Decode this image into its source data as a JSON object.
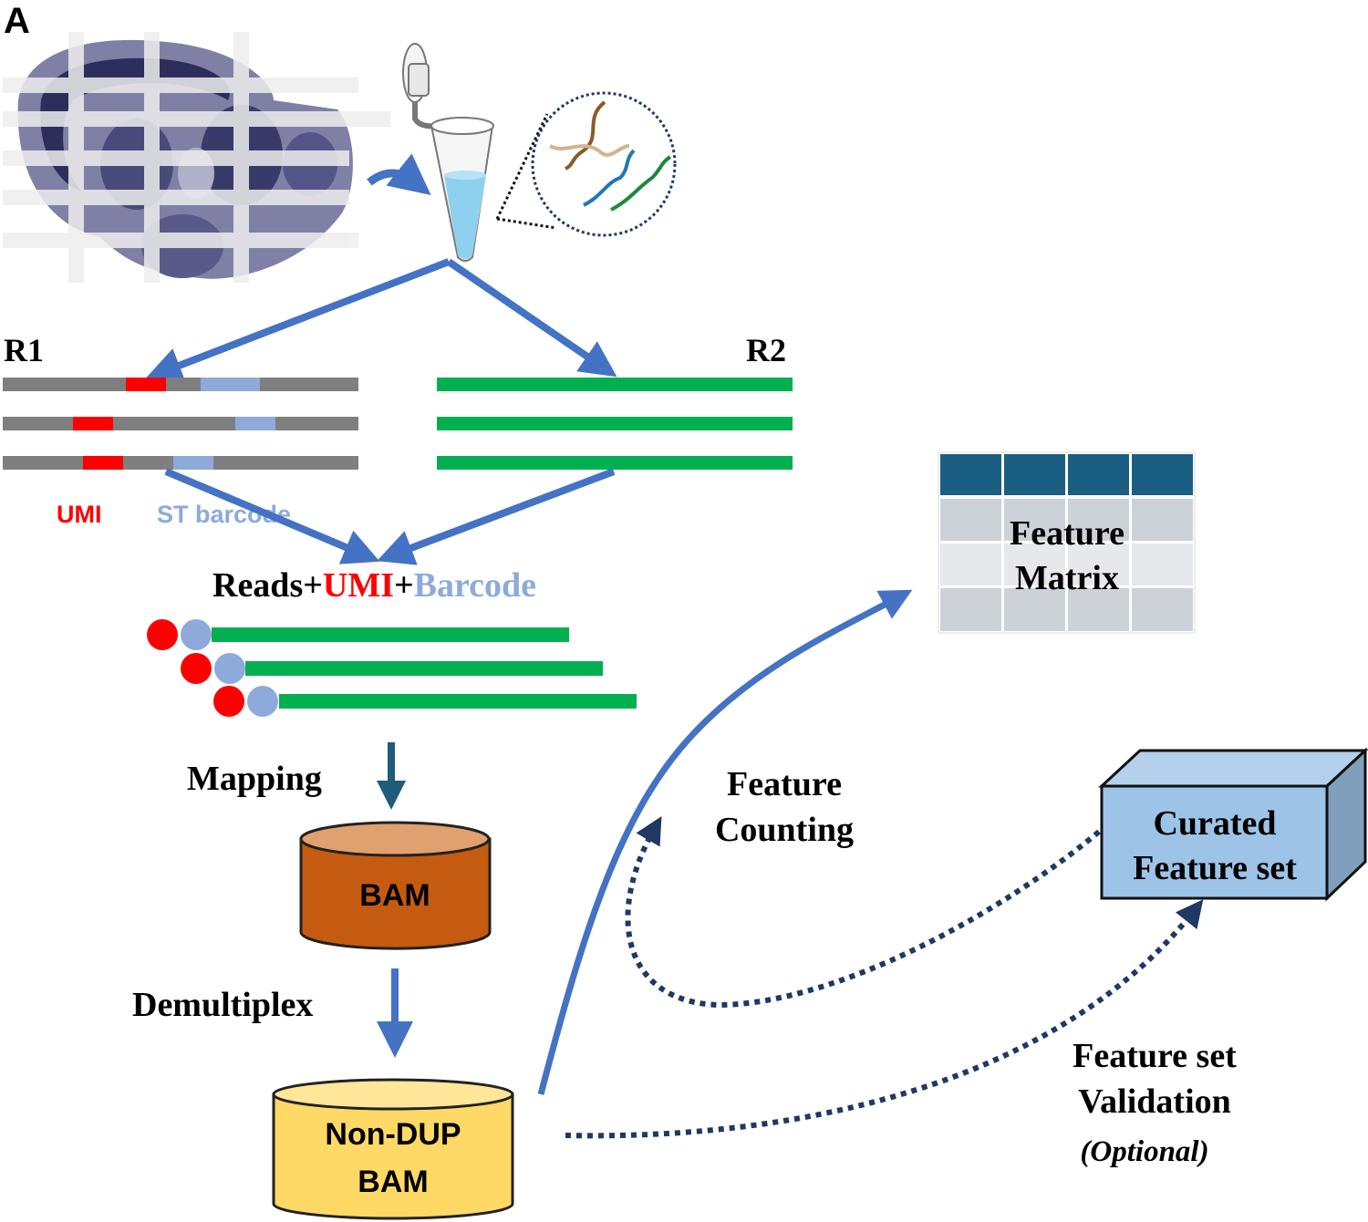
{
  "panel_label": "A",
  "reads": {
    "r1_label": "R1",
    "r2_label": "R2"
  },
  "legend": {
    "umi": "UMI",
    "st_barcode": "ST barcode"
  },
  "combined": {
    "reads": "Reads+",
    "umi": "UMI",
    "plus": "+",
    "barcode": "Barcode"
  },
  "steps": {
    "mapping": "Mapping",
    "demultiplex": "Demultiplex"
  },
  "bam": {
    "label": "BAM"
  },
  "nondup": {
    "line1": "Non-DUP",
    "line2": "BAM"
  },
  "feature_counting": {
    "line1": "Feature",
    "line2": "Counting"
  },
  "feature_matrix": {
    "line1": "Feature",
    "line2": "Matrix"
  },
  "curated": {
    "line1": "Curated",
    "line2": "Feature set"
  },
  "validation": {
    "line1": "Feature set",
    "line2": "Validation",
    "line3": "(Optional)"
  },
  "colors": {
    "arrow_blue": "#4472c4",
    "umi_red": "#ff0000",
    "barcode_blue": "#8eaadb",
    "read_green": "#00b050",
    "read_gray": "#7f7f7f",
    "bam_orange": "#c55a11",
    "nondup_yellow": "#ffd966",
    "matrix_header": "#1a5f82",
    "curated_blue": "#9dc3e6",
    "dotted_navy": "#1f3864"
  }
}
